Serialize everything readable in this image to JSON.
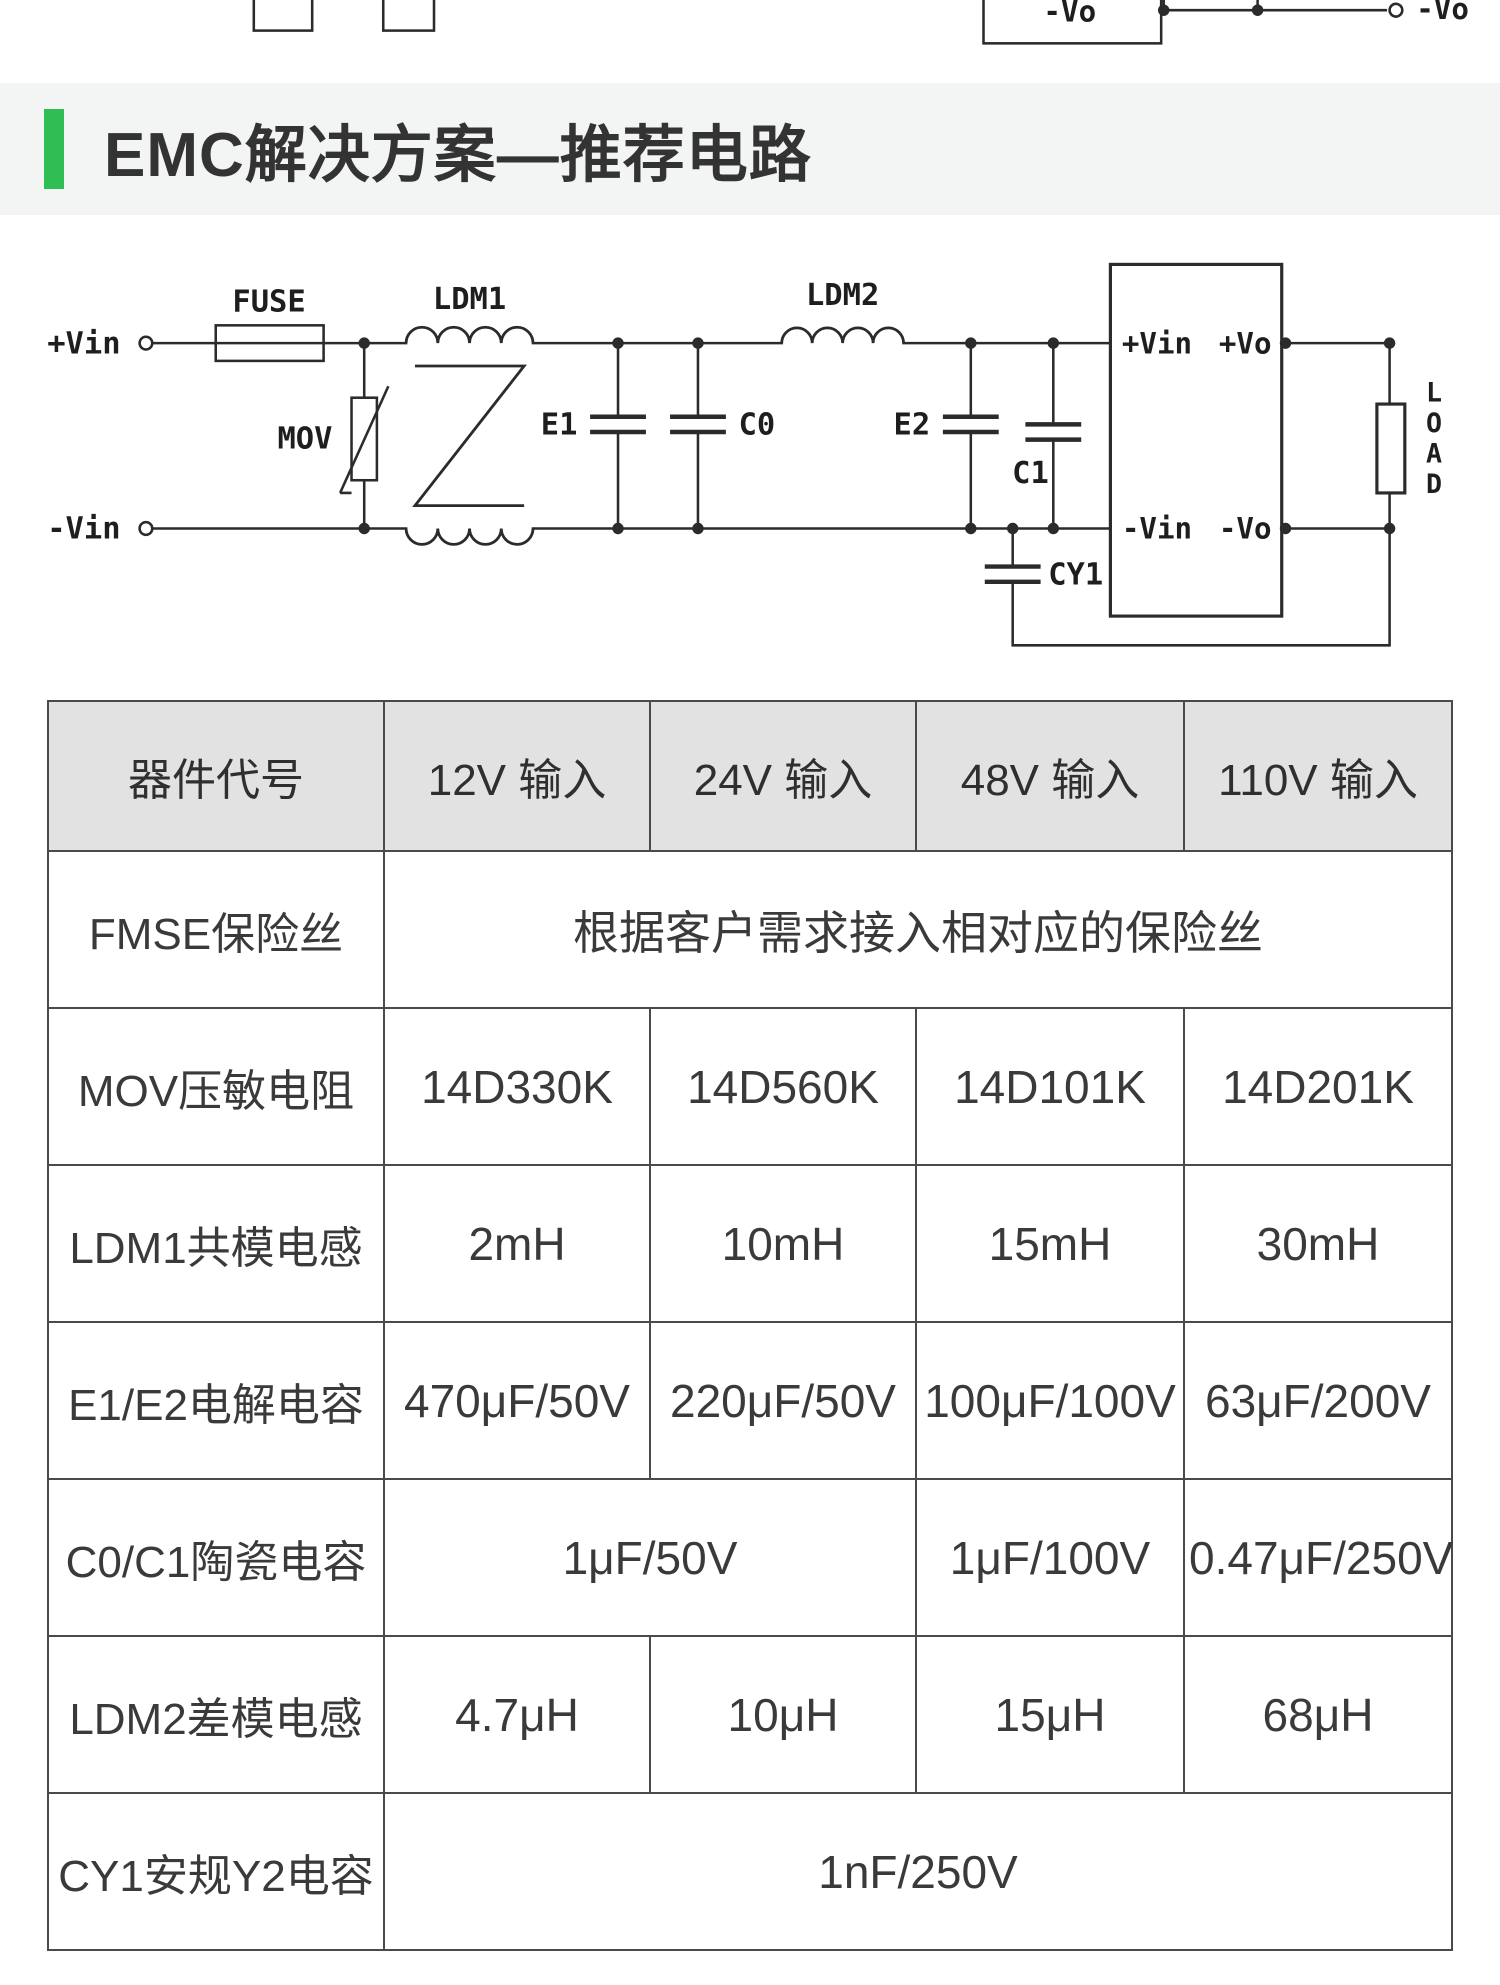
{
  "page": {
    "title": "EMC解决方案—推荐电路"
  },
  "top_remnant": {
    "box_label": "-Vo",
    "terminal_label": "-Vo"
  },
  "circuit": {
    "labels": {
      "vin_plus": "+Vin",
      "vin_minus": "-Vin",
      "fuse": "FUSE",
      "mov": "MOV",
      "ldm1": "LDM1",
      "ldm2": "LDM2",
      "e1": "E1",
      "c0": "C0",
      "e2": "E2",
      "c1": "C1",
      "cy1": "CY1",
      "module": {
        "vin_plus": "+Vin",
        "vo_plus": "+Vo",
        "vin_minus": "-Vin",
        "vo_minus": "-Vo"
      },
      "load": [
        "L",
        "O",
        "A",
        "D"
      ]
    }
  },
  "table": {
    "headers": [
      "器件代号",
      "12V 输入",
      "24V 输入",
      "48V 输入",
      "110V 输入"
    ],
    "rows": [
      {
        "label": "FMSE保险丝",
        "cells": [
          "根据客户需求接入相对应的保险丝"
        ]
      },
      {
        "label": "MOV压敏电阻",
        "cells": [
          "14D330K",
          "14D560K",
          "14D101K",
          "14D201K"
        ]
      },
      {
        "label": "LDM1共模电感",
        "cells": [
          "2mH",
          "10mH",
          "15mH",
          "30mH"
        ]
      },
      {
        "label": "E1/E2电解电容",
        "cells": [
          "470μF/50V",
          "220μF/50V",
          "100μF/100V",
          "63μF/200V"
        ]
      },
      {
        "label": "C0/C1陶瓷电容",
        "cells": [
          "1μF/50V",
          "1μF/100V",
          "0.47μF/250V"
        ]
      },
      {
        "label": "LDM2差模电感",
        "cells": [
          "4.7μH",
          "10μH",
          "15μH",
          "68μH"
        ]
      },
      {
        "label": "CY1安规Y2电容",
        "cells": [
          "1nF/250V"
        ]
      }
    ]
  },
  "colors": {
    "accent_green": "#2ebe54",
    "table_header_bg": "#e2e2e2",
    "table_border": "#4a4a4a",
    "circuit_line": "#2b2b2b"
  }
}
